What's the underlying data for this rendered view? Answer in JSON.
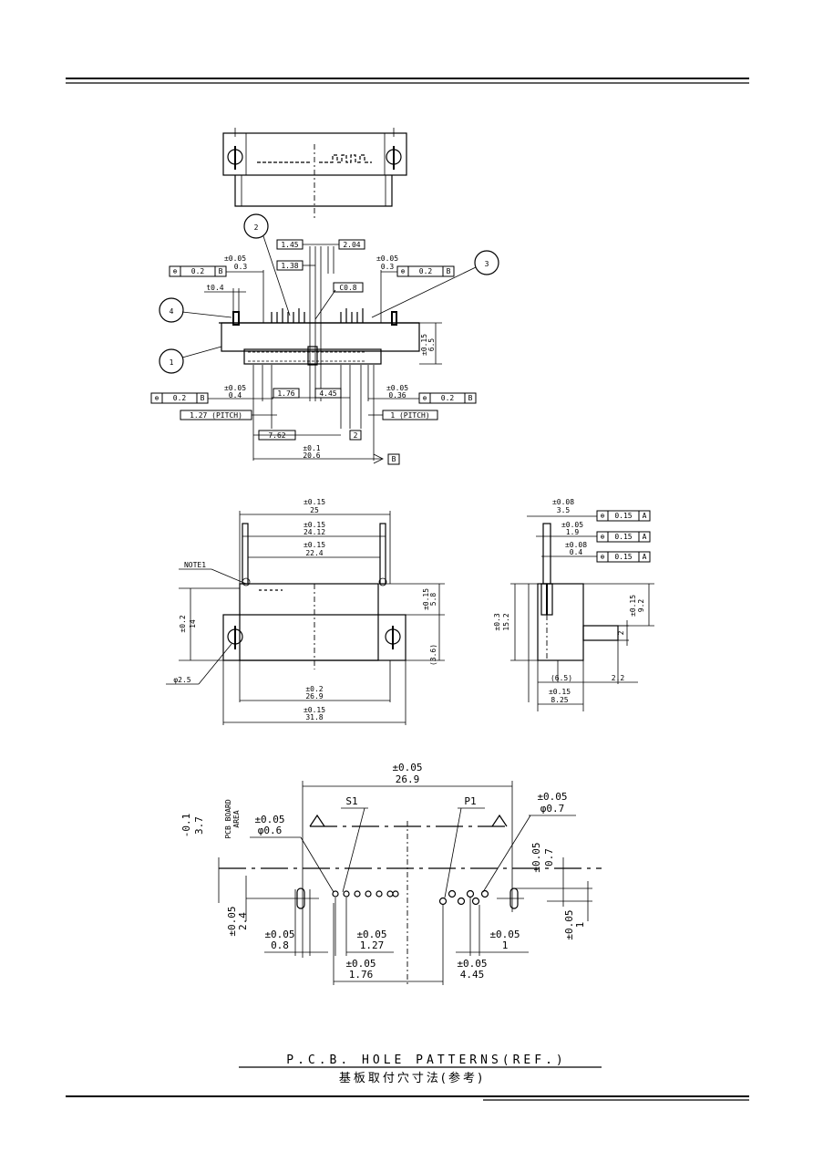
{
  "front_view": {
    "callouts": [
      "1",
      "2",
      "3",
      "4"
    ],
    "dims_top": [
      "1.45",
      "2.04",
      "1.38",
      "C0.8"
    ],
    "tol_left": {
      "tol": "±0.05",
      "val": "0.3",
      "frame": [
        "0.2",
        "B"
      ]
    },
    "tol_right": {
      "tol": "±0.05",
      "val": "0.3",
      "frame": [
        "0.2",
        "B"
      ]
    },
    "t04": "t0.4",
    "height": {
      "tol": "±0.15",
      "val": "6.5"
    },
    "low_left": {
      "tol": "±0.05",
      "val": "0.4",
      "frame": [
        "0.2",
        "B"
      ]
    },
    "low_right": {
      "tol": "±0.05",
      "val": "0.36",
      "frame": [
        "0.2",
        "B"
      ]
    },
    "d176": "1.76",
    "d445": "4.45",
    "pitch_left": "1.27 (PITCH)",
    "pitch_right": "1 (PITCH)",
    "d762": "7.62",
    "d2": "2",
    "width": {
      "tol": "±0.1",
      "val": "20.6"
    },
    "datum": "B"
  },
  "plan_view": {
    "d25": {
      "tol": "±0.15",
      "val": "25"
    },
    "d2412": {
      "tol": "±0.15",
      "val": "24.12"
    },
    "d224": {
      "tol": "±0.15",
      "val": "22.4"
    },
    "note": "NOTE1",
    "h14": {
      "tol": "±0.2",
      "val": "14"
    },
    "h58": {
      "tol": "±0.15",
      "val": "5.8"
    },
    "h36": "(3.6)",
    "hole": "φ2.5",
    "d269": {
      "tol": "±0.2",
      "val": "26.9"
    },
    "d318": {
      "tol": "±0.15",
      "val": "31.8"
    }
  },
  "side_view": {
    "d35": {
      "tol": "±0.08",
      "val": "3.5",
      "frame": [
        "0.15",
        "A"
      ]
    },
    "d19": {
      "tol": "±0.05",
      "val": "1.9",
      "frame": [
        "0.15",
        "A"
      ]
    },
    "d04": {
      "tol": "±0.08",
      "val": "0.4",
      "frame": [
        "0.15",
        "A"
      ]
    },
    "h152": {
      "tol": "±0.3",
      "val": "15.2"
    },
    "h92": {
      "tol": "±0.15",
      "val": "9.2"
    },
    "d2": "2",
    "d65": "(6.5)",
    "d22": "2.2",
    "d825": {
      "tol": "±0.15",
      "val": "8.25"
    }
  },
  "pcb_pattern": {
    "d269": {
      "tol": "±0.05",
      "val": "26.9"
    },
    "area": {
      "tol": "-0.1",
      "val": "3.7",
      "label1": "PCB BOARD",
      "label2": "AREA"
    },
    "hole06": {
      "tol": "±0.05",
      "val": "φ0.6"
    },
    "s1": "S1",
    "p1": "P1",
    "hole07": {
      "tol": "±0.05",
      "val": "φ0.7"
    },
    "d07": {
      "tol": "±0.05",
      "val": "0.7"
    },
    "d24": {
      "tol": "±0.05",
      "val": "2.4"
    },
    "d08": {
      "tol": "±0.05",
      "val": "0.8"
    },
    "d127": {
      "tol": "±0.05",
      "val": "1.27"
    },
    "d1": {
      "tol": "±0.05",
      "val": "1"
    },
    "d1v": {
      "tol": "±0.05",
      "val": "1"
    },
    "d176": {
      "tol": "±0.05",
      "val": "1.76"
    },
    "d445": {
      "tol": "±0.05",
      "val": "4.45"
    }
  },
  "title": "P.C.B. HOLE PATTERNS(REF.)",
  "subtitle": "基板取付穴寸法(参考)"
}
